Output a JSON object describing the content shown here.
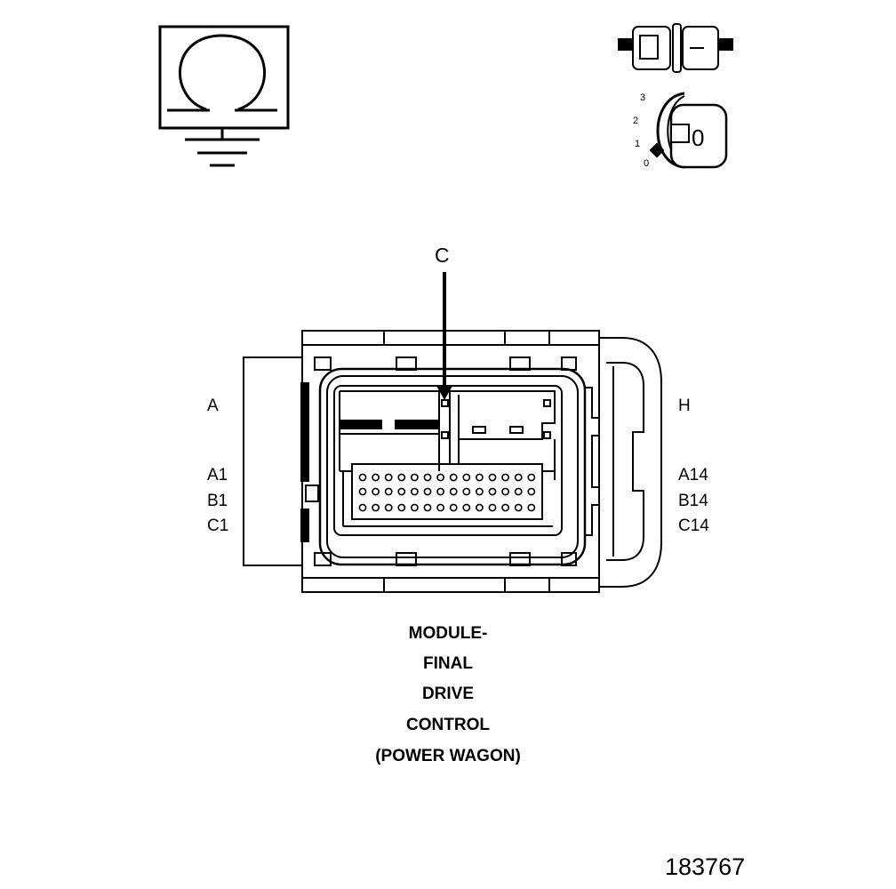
{
  "symbols": {
    "ohm_icon": "omega-ground-icon",
    "connector_icon": "inline-connector-icon",
    "key_icon": "ignition-key-icon",
    "key_face_label": "0",
    "key_positions": [
      "3",
      "2",
      "1",
      "0"
    ]
  },
  "connector": {
    "callout": "C",
    "side_labels": {
      "left_top": "A",
      "right_top": "H",
      "left_rows": [
        "A1",
        "B1",
        "C1"
      ],
      "right_rows": [
        "A14",
        "B14",
        "C14"
      ]
    }
  },
  "title_lines": [
    "MODULE-",
    "FINAL",
    "DRIVE",
    "CONTROL",
    "(POWER WAGON)"
  ],
  "figure_number": "183767"
}
